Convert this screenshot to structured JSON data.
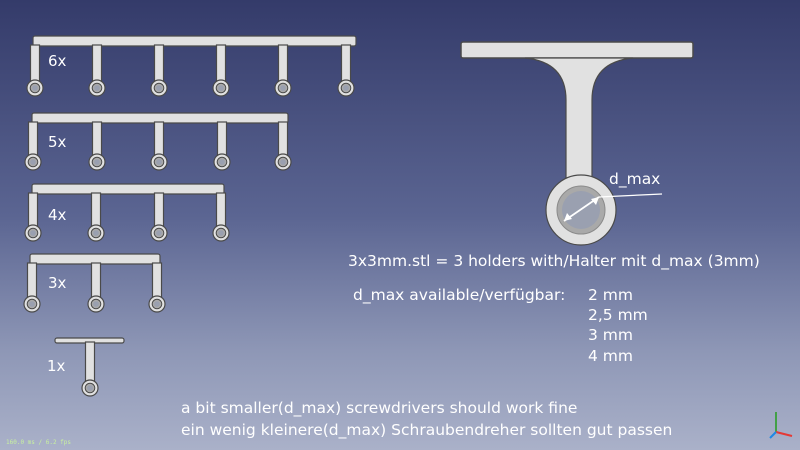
{
  "holder_counts": [
    "6x",
    "5x",
    "4x",
    "3x",
    "1x"
  ],
  "dimension_label": "d_max",
  "info": {
    "line1": "3x3mm.stl = 3 holders with/Halter mit d_max (3mm)",
    "available_label": "d_max available/verfügbar:",
    "sizes": [
      "2 mm",
      "2,5 mm",
      "3 mm",
      "4 mm"
    ]
  },
  "note": {
    "english": "a bit smaller(d_max) screwdrivers should work fine",
    "german": "ein wenig kleinere(d_max) Schraubendreher sollten gut passen"
  },
  "fps_readout": "160.0 ms / 6.2 fps",
  "colors": {
    "part_fill": "#e1e1e1",
    "part_stroke": "#4a4a4a",
    "ring_inner": "#a9a9a9",
    "hole_fill": "#9aa0b0",
    "accent_text": "#ffffff",
    "axis_x": "#e53935",
    "axis_y": "#43a047",
    "axis_z": "#1e88e5"
  }
}
